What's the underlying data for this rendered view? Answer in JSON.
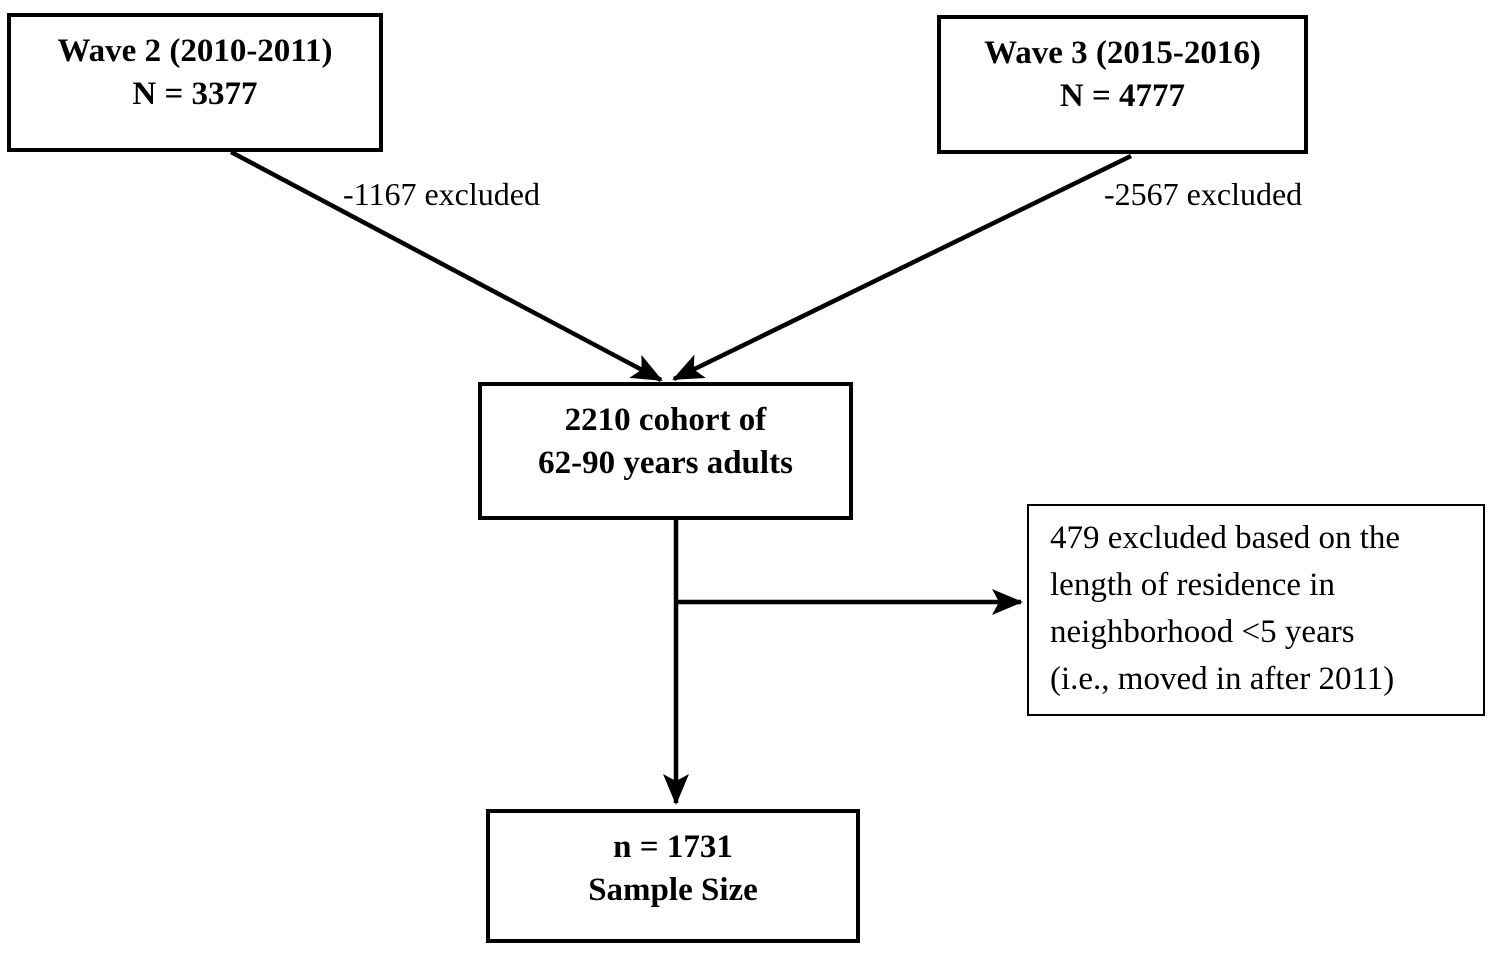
{
  "colors": {
    "background": "#ffffff",
    "line": "#000000",
    "text": "#000000"
  },
  "boxes": {
    "wave2": {
      "line1": "Wave 2 (2010-2011)",
      "line2": "N = 3377"
    },
    "wave3": {
      "line1": "Wave 3 (2015-2016)",
      "line2": "N = 4777"
    },
    "cohort": {
      "line1": "2210 cohort of",
      "line2": "62-90 years adults"
    },
    "excluded": {
      "lines": [
        "479 excluded based on the",
        "length of residence in",
        "neighborhood <5 years",
        "(i.e., moved in after 2011)"
      ]
    },
    "sample": {
      "line1": "n = 1731",
      "line2": "Sample Size"
    }
  },
  "edge_labels": {
    "wave2": "-1167 excluded",
    "wave3": "-2567 excluded"
  }
}
